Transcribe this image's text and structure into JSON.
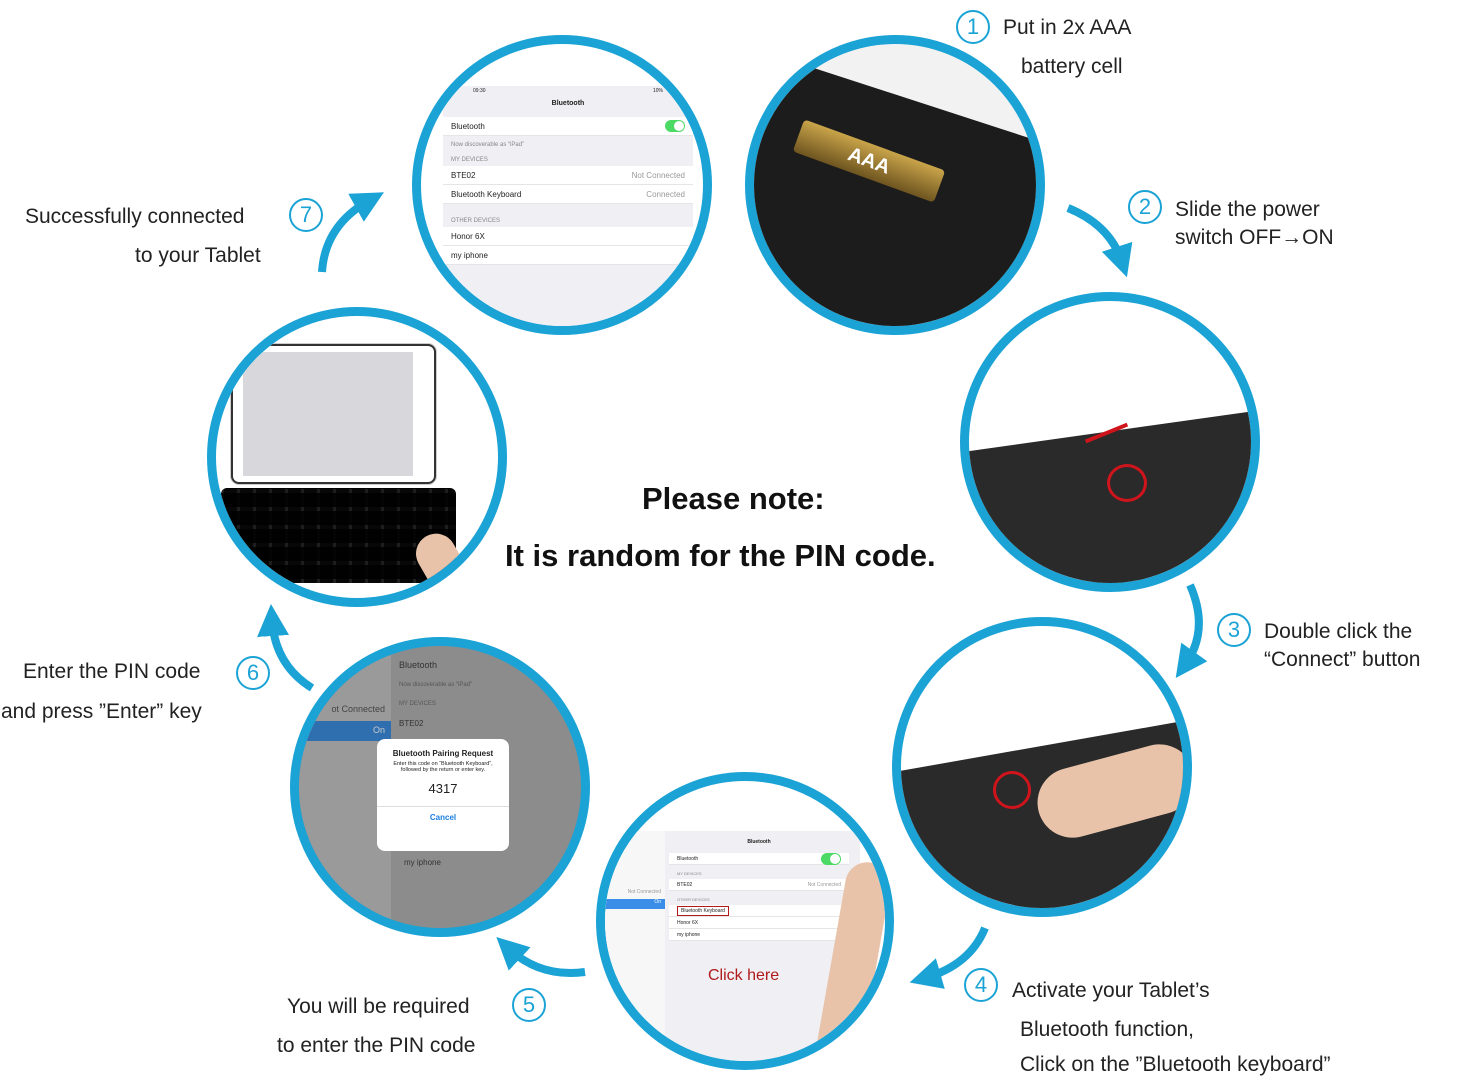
{
  "note": {
    "line1": "Please note:",
    "line2": "It is random for the PIN code."
  },
  "steps": [
    {
      "n": "1",
      "text": [
        "Put in 2x AAA",
        "battery cell"
      ]
    },
    {
      "n": "2",
      "text": [
        "Slide the power",
        "switch OFF→ON"
      ]
    },
    {
      "n": "3",
      "text": [
        "Double click the",
        "“Connect” button"
      ]
    },
    {
      "n": "4",
      "text": [
        "Activate your Tablet’s",
        "Bluetooth function,",
        "Click on the ”Bluetooth keyboard”"
      ]
    },
    {
      "n": "5",
      "text": [
        "You will be required",
        "to enter the PIN code"
      ]
    },
    {
      "n": "6",
      "text": [
        "Enter the PIN code",
        "and press ”Enter” key"
      ]
    },
    {
      "n": "7",
      "text": [
        "Successfully connected",
        "to your Tablet"
      ]
    }
  ],
  "screen_connected": {
    "time": "09:30",
    "battery": "10%",
    "title": "Bluetooth",
    "toggle_label": "Bluetooth",
    "discoverable": "Now discoverable as “iPad”",
    "my_devices": "MY DEVICES",
    "devices": [
      {
        "name": "BTE02",
        "status": "Not Connected"
      },
      {
        "name": "Bluetooth Keyboard",
        "status": "Connected"
      }
    ],
    "other_devices": "OTHER DEVICES",
    "others": [
      "Honor 6X",
      "my iphone"
    ]
  },
  "battery_label": "AAA",
  "screen_click": {
    "title": "Bluetooth",
    "toggle_label": "Bluetooth",
    "my_devices": "MY DEVICES",
    "device": "BTE02",
    "device_status": "Not Connected",
    "other_devices": "OTHER DEVICES",
    "others": [
      "Bluetooth Keyboard",
      "Honor 6X",
      "my iphone"
    ],
    "side_status": "Not Connected",
    "side_on": "On",
    "click_here": "Click here"
  },
  "screen_pin": {
    "title": "Bluetooth",
    "discoverable": "Now discoverable as “iPad”",
    "my_devices": "MY DEVICES",
    "device": "BTE02",
    "side_status": "ot Connected",
    "side_on": "On",
    "dialog_title": "Bluetooth Pairing Request",
    "dialog_body": "Enter this code on “Bluetooth Keyboard”, followed by the return or enter key.",
    "pin": "4317",
    "cancel": "Cancel",
    "below": "my iphone"
  },
  "colors": {
    "accent": "#1ba3d6",
    "red": "#d0141c"
  }
}
